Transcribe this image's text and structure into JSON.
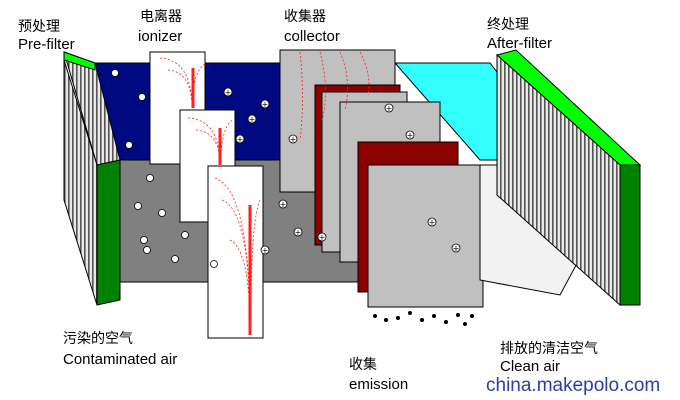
{
  "labels": {
    "prefilter_zh": "预处理",
    "prefilter_en": "Pre-filter",
    "ionizer_zh": "电离器",
    "ionizer_en": "ionizer",
    "collector_zh": "收集器",
    "collector_en": "collector",
    "afterfilter_zh": "终处理",
    "afterfilter_en": "After-filter",
    "contaminated_zh": "污染的空气",
    "contaminated_en": "Contaminated air",
    "emission_zh": "收集",
    "emission_en": "emission",
    "clean_zh": "排放的清洁空气",
    "clean_en": "Clean air"
  },
  "watermark": "china.makepolo.com",
  "colors": {
    "navy": "#000a80",
    "gray": "#808080",
    "cyan": "#33ffff",
    "green": "#00ff00",
    "dark_green": "#008000",
    "dark_red": "#8b0000",
    "plate": "#c0c0c0",
    "ion_line": "#ff2020",
    "watermark": "#2a3fa8"
  }
}
